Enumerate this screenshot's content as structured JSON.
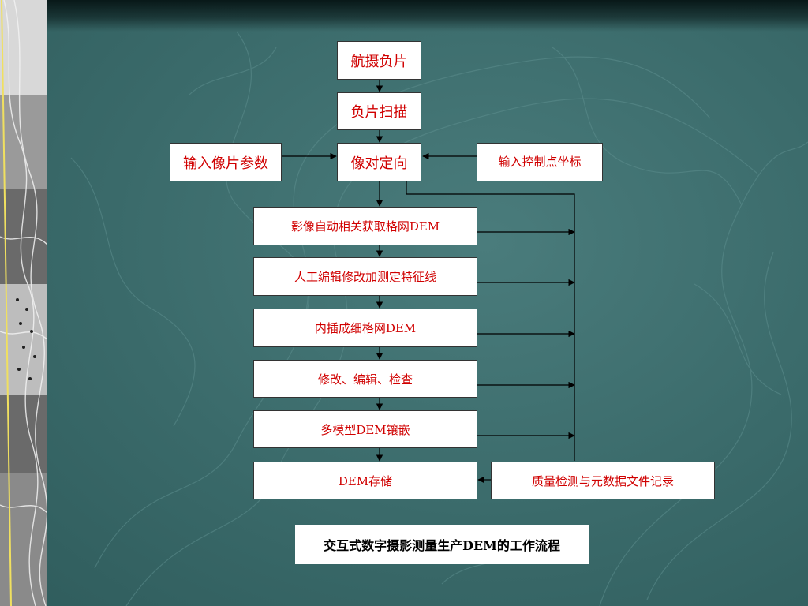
{
  "nodes": {
    "aerial_negative": "航摄负片",
    "negative_scan": "负片扫描",
    "input_photo_params": "输入像片参数",
    "relative_orientation": "像对定向",
    "input_control_coords": "输入控制点坐标",
    "auto_correlation_grid": "影像自动相关获取格网DEM",
    "manual_edit_features": "人工编辑修改加测定特征线",
    "interpolate_fine_grid": "内插成细格网DEM",
    "modify_edit_check": "修改、编辑、检查",
    "multi_model_mosaic": "多模型DEM镶嵌",
    "dem_storage": "DEM存储",
    "quality_metadata": "质量检测与元数据文件记录"
  },
  "caption": "交互式数字摄影测量生产DEM的工作流程",
  "colors": {
    "node_text": "#d00000",
    "caption_text": "#000000",
    "box_fill": "#ffffff",
    "background": "#3f6f6f"
  }
}
